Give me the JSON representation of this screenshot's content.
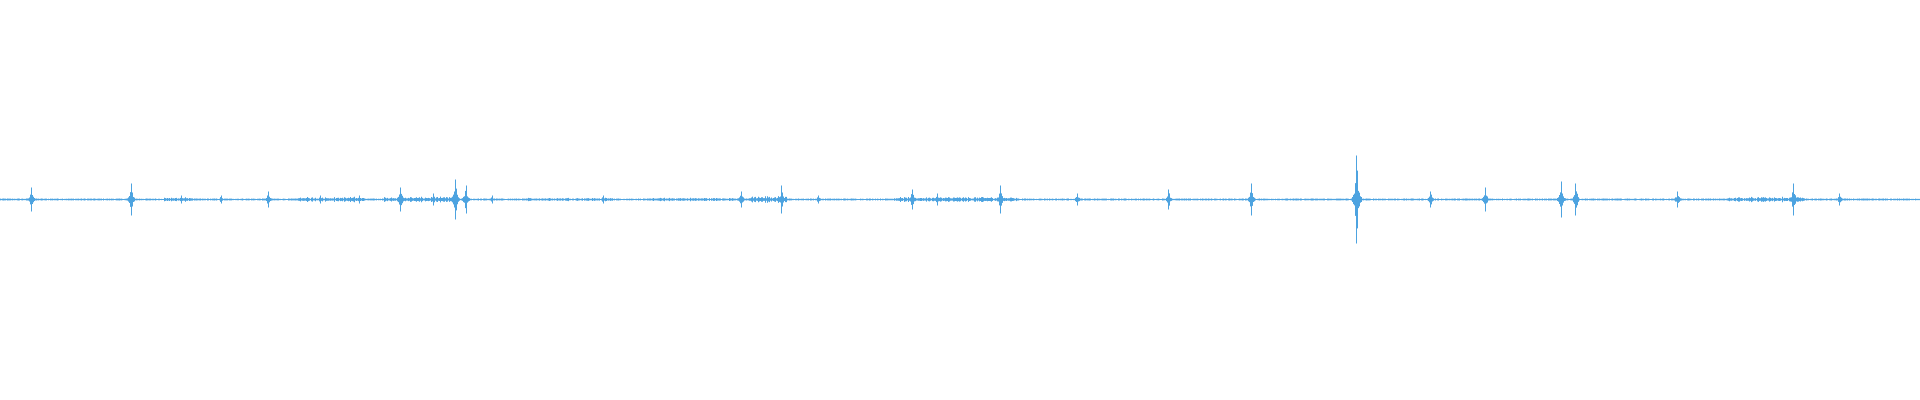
{
  "colors": {
    "background": "#ffffff",
    "waveform": "#4da3e0"
  },
  "waveform": {
    "peak_level": 0.22,
    "noise_level": 0.005,
    "transients": [
      {
        "t": 0.0163,
        "amp": 0.06
      },
      {
        "t": 0.0682,
        "amp": 0.08
      },
      {
        "t": 0.0942,
        "amp": 0.02
      },
      {
        "t": 0.115,
        "amp": 0.02
      },
      {
        "t": 0.1395,
        "amp": 0.04
      },
      {
        "t": 0.1667,
        "amp": 0.02
      },
      {
        "t": 0.187,
        "amp": 0.02
      },
      {
        "t": 0.2085,
        "amp": 0.06
      },
      {
        "t": 0.2255,
        "amp": 0.03
      },
      {
        "t": 0.237,
        "amp": 0.1
      },
      {
        "t": 0.2425,
        "amp": 0.07
      },
      {
        "t": 0.256,
        "amp": 0.02
      },
      {
        "t": 0.314,
        "amp": 0.02
      },
      {
        "t": 0.386,
        "amp": 0.04
      },
      {
        "t": 0.407,
        "amp": 0.07
      },
      {
        "t": 0.426,
        "amp": 0.02
      },
      {
        "t": 0.475,
        "amp": 0.05
      },
      {
        "t": 0.488,
        "amp": 0.03
      },
      {
        "t": 0.521,
        "amp": 0.07
      },
      {
        "t": 0.561,
        "amp": 0.03
      },
      {
        "t": 0.6085,
        "amp": 0.05
      },
      {
        "t": 0.6515,
        "amp": 0.08
      },
      {
        "t": 0.7065,
        "amp": 0.22
      },
      {
        "t": 0.745,
        "amp": 0.04
      },
      {
        "t": 0.7735,
        "amp": 0.06
      },
      {
        "t": 0.813,
        "amp": 0.09
      },
      {
        "t": 0.8205,
        "amp": 0.08
      },
      {
        "t": 0.8735,
        "amp": 0.04
      },
      {
        "t": 0.934,
        "amp": 0.08
      },
      {
        "t": 0.958,
        "amp": 0.03
      }
    ],
    "dense_regions": [
      {
        "start": 0.085,
        "end": 0.1,
        "amp": 0.012
      },
      {
        "start": 0.155,
        "end": 0.19,
        "amp": 0.014
      },
      {
        "start": 0.2,
        "end": 0.235,
        "amp": 0.015
      },
      {
        "start": 0.275,
        "end": 0.32,
        "amp": 0.01
      },
      {
        "start": 0.34,
        "end": 0.385,
        "amp": 0.01
      },
      {
        "start": 0.39,
        "end": 0.41,
        "amp": 0.018
      },
      {
        "start": 0.465,
        "end": 0.53,
        "amp": 0.014
      },
      {
        "start": 0.9,
        "end": 0.94,
        "amp": 0.014
      }
    ]
  }
}
